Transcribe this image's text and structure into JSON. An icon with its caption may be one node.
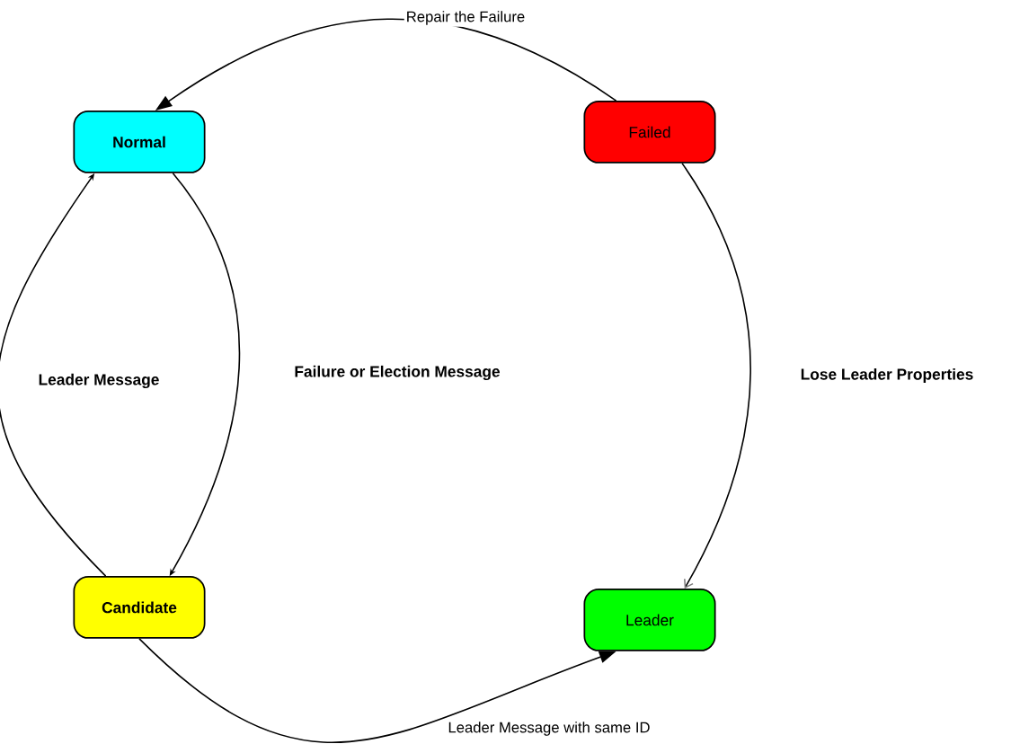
{
  "diagram": {
    "nodes": [
      {
        "text": [
          "Normal"
        ]
      },
      {
        "text": [
          "Failed"
        ]
      },
      {
        "text": [
          "Candidate"
        ]
      },
      {
        "text": [
          "Leader"
        ]
      }
    ],
    "edges": [
      {
        "from": 1,
        "to": 0,
        "arrow": "to",
        "label": "Repair the Failure"
      },
      {
        "from": 0,
        "to": 2,
        "arrow": "to",
        "label": "Failure or Election Message"
      },
      {
        "from": 2,
        "to": 0,
        "arrow": "to",
        "label": "Leader Message"
      },
      {
        "from": 1,
        "to": 3,
        "arrow": "to",
        "label": "Lose Leader Properties"
      },
      {
        "from": 2,
        "to": 3,
        "arrow": "to",
        "label": "Leader Message with same ID"
      }
    ]
  }
}
